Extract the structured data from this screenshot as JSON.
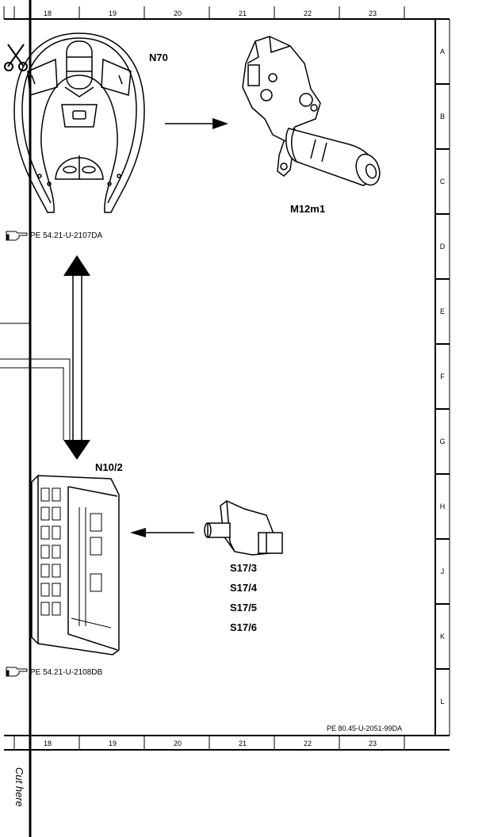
{
  "columns": [
    "18",
    "19",
    "20",
    "21",
    "22",
    "23"
  ],
  "rows": [
    "A",
    "B",
    "C",
    "D",
    "E",
    "F",
    "G",
    "H",
    "J",
    "K",
    "L"
  ],
  "components": {
    "steering_control": "N70",
    "motor": "M12m1",
    "sam_module": "N10/2",
    "switches": [
      "S17/3",
      "S17/4",
      "S17/5",
      "S17/6"
    ]
  },
  "references": {
    "ref_top": "PE 54.21-U-2107DA",
    "ref_bottom": "PE 54.21-U-2108DB",
    "doc_id": "PE 80.45-U-2051-99DA"
  },
  "cut_label": "Cut here",
  "icons": {
    "scissors": "scissors-icon",
    "pointing_hand": "pointing-hand-icon"
  }
}
